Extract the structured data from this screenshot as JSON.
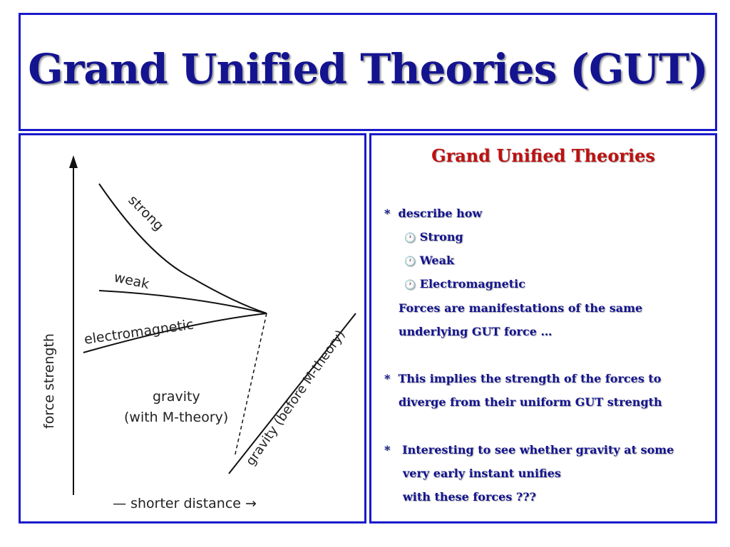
{
  "title": "Grand  Unified  Theories (GUT)",
  "diagram": {
    "y_axis_label": "force strength",
    "x_axis_label": "— shorter distance →",
    "curves": {
      "strong": "strong",
      "weak": "weak",
      "electromagnetic": "electromagnetic",
      "gravity_line1": "gravity",
      "gravity_line2": "(with M-theory)",
      "gravity_before": "gravity (before M-theory)"
    }
  },
  "panel": {
    "heading": "Grand Unified Theories",
    "point1": {
      "bullet": "*",
      "lead": "describe how",
      "items": [
        "Strong",
        "Weak",
        "Electromagnetic"
      ],
      "item_symbol": "🕐",
      "cont1": "Forces are manifestations of the same",
      "cont2": "underlying GUT force …"
    },
    "point2": {
      "bullet": "*",
      "line1": "This implies the strength of the forces to",
      "line2": "diverge from their  uniform GUT strength"
    },
    "point3": {
      "bullet": "*",
      "line1": "Interesting to see whether gravity at some",
      "line2": "very early instant unifies",
      "line3": "with these forces ???"
    }
  },
  "colors": {
    "border": "#1a1acc",
    "title": "#141490",
    "heading": "#c01010",
    "body_text": "#141490"
  }
}
